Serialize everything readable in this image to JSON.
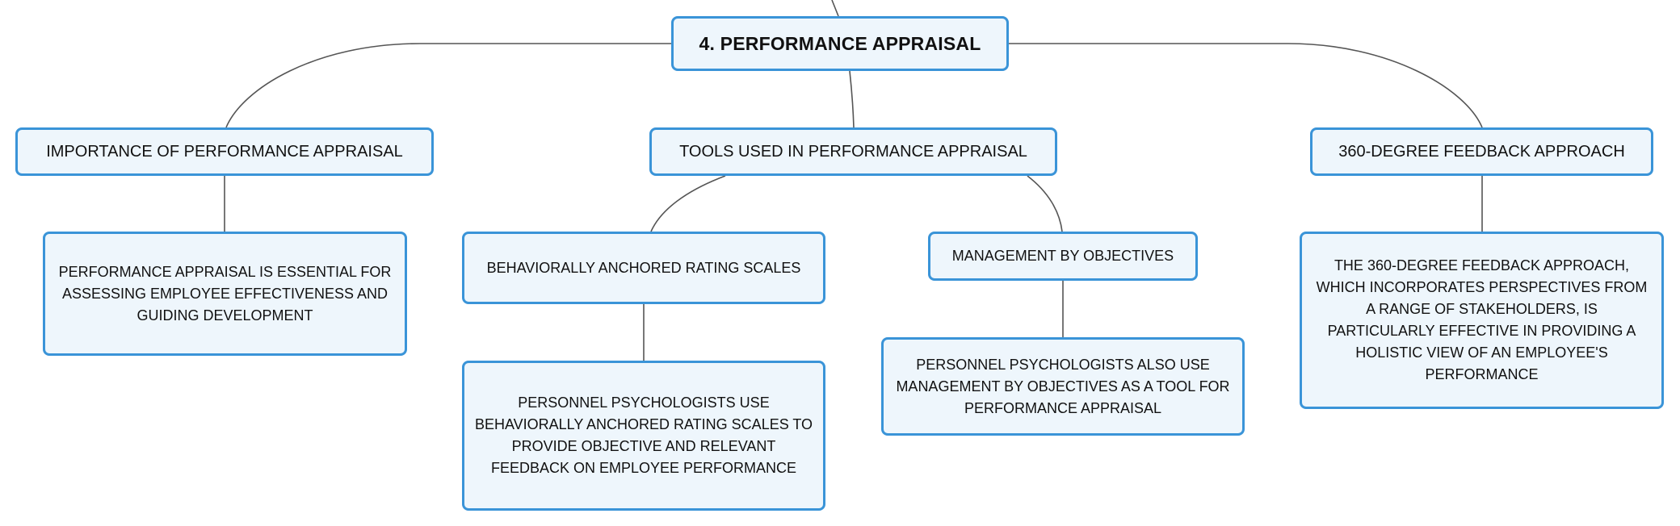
{
  "mindmap": {
    "root": {
      "label": "4. PERFORMANCE APPRAISAL"
    },
    "branches": [
      {
        "label": "IMPORTANCE OF PERFORMANCE APPRAISAL",
        "detail": "PERFORMANCE APPRAISAL IS ESSENTIAL FOR ASSESSING EMPLOYEE EFFECTIVENESS AND GUIDING DEVELOPMENT"
      },
      {
        "label": "TOOLS USED IN PERFORMANCE APPRAISAL",
        "children": [
          {
            "label": "BEHAVIORALLY ANCHORED RATING SCALES",
            "detail": "PERSONNEL PSYCHOLOGISTS USE BEHAVIORALLY ANCHORED RATING SCALES TO PROVIDE OBJECTIVE AND RELEVANT FEEDBACK ON EMPLOYEE PERFORMANCE"
          },
          {
            "label": "MANAGEMENT BY OBJECTIVES",
            "detail": "PERSONNEL PSYCHOLOGISTS ALSO USE MANAGEMENT BY OBJECTIVES AS A TOOL FOR PERFORMANCE APPRAISAL"
          }
        ]
      },
      {
        "label": "360-DEGREE FEEDBACK APPROACH",
        "detail": "THE 360-DEGREE FEEDBACK APPROACH, WHICH INCORPORATES PERSPECTIVES FROM A RANGE OF STAKEHOLDERS, IS PARTICULARLY EFFECTIVE IN PROVIDING A HOLISTIC VIEW OF AN EMPLOYEE'S PERFORMANCE"
      }
    ]
  },
  "colors": {
    "node_border": "#3a94d8",
    "node_fill": "#eef6fc",
    "connector": "#555555",
    "text": "#111111"
  }
}
